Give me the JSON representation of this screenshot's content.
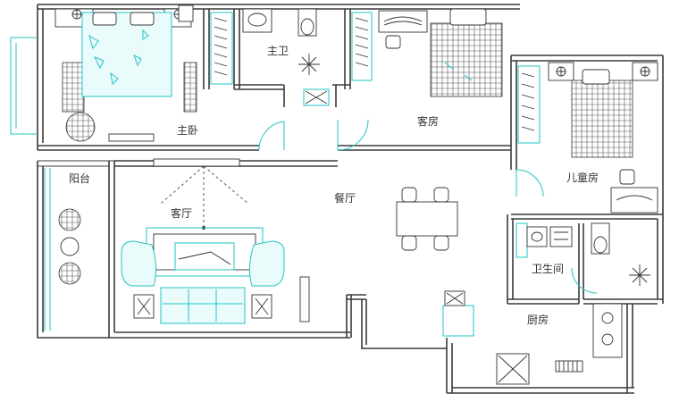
{
  "rooms": {
    "master_bedroom": "主卧",
    "master_bath": "主卫",
    "guest_room_top": "客房",
    "kids_room": "儿童房",
    "balcony": "阳台",
    "living_room": "客厅",
    "dining_room": "餐厅",
    "bathroom": "卫生间",
    "kitchen": "厨房"
  },
  "colors": {
    "fixtures": "#22c4c4",
    "walls": "#3a3a3a",
    "text": "#333333"
  }
}
